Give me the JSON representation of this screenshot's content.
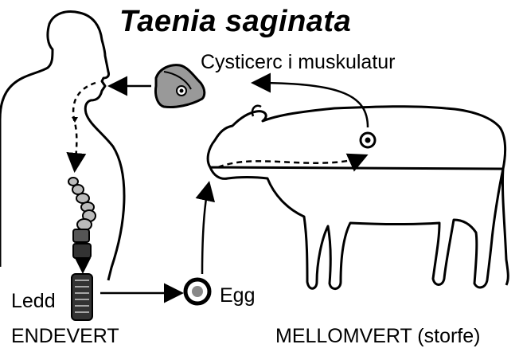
{
  "diagram": {
    "title": "Taenia saginata",
    "labels": {
      "cysticerc": "Cysticerc i muskulatur",
      "ledd": "Ledd",
      "egg": "Egg",
      "endevert": "ENDEVERT",
      "mellomvert": "MELLOMVERT (storfe)"
    }
  }
}
